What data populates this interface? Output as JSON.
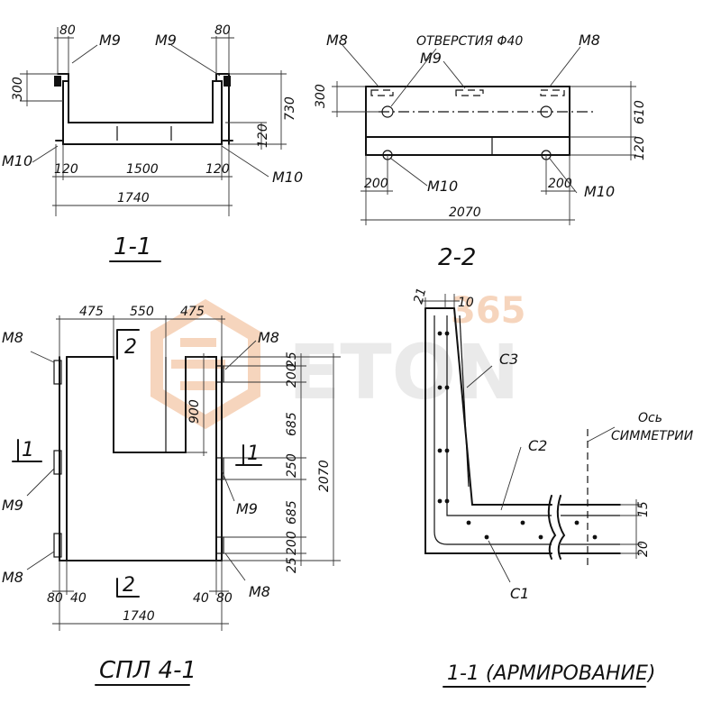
{
  "drawing_1_1": {
    "title": "1-1",
    "dims": [
      "80",
      "80",
      "300",
      "730",
      "120",
      "120",
      "1500",
      "120",
      "1740"
    ],
    "labels": [
      "M9",
      "M9",
      "M10",
      "M10"
    ]
  },
  "drawing_2_2": {
    "title": "2-2",
    "note": "ОТВЕРСТИЯ Φ40",
    "dims": [
      "300",
      "610",
      "120",
      "200",
      "200",
      "2070"
    ],
    "labels": [
      "M8",
      "M9",
      "M8",
      "M10",
      "M10"
    ]
  },
  "drawing_spl": {
    "title": "СПЛ 4-1",
    "dims": [
      "475",
      "550",
      "475",
      "900",
      "25",
      "200",
      "685",
      "250",
      "685",
      "200",
      "25",
      "2070",
      "80",
      "40",
      "40",
      "80",
      "1740"
    ],
    "labels": [
      "M8",
      "M9",
      "M8",
      "M8",
      "M9",
      "M8"
    ],
    "cut_marks": [
      "2",
      "2",
      "1",
      "1"
    ]
  },
  "drawing_reinf": {
    "title": "1-1 (АРМИРОВАНИЕ)",
    "dims": [
      "21",
      "10",
      "15",
      "20"
    ],
    "labels": [
      "C3",
      "C2",
      "C1"
    ],
    "axis_label": "Ось",
    "axis_label2": "СИММЕТРИИ"
  },
  "watermark": {
    "number": "365",
    "text": "ETON",
    "color": "#f0b488",
    "gray": "#d9d9d9"
  }
}
